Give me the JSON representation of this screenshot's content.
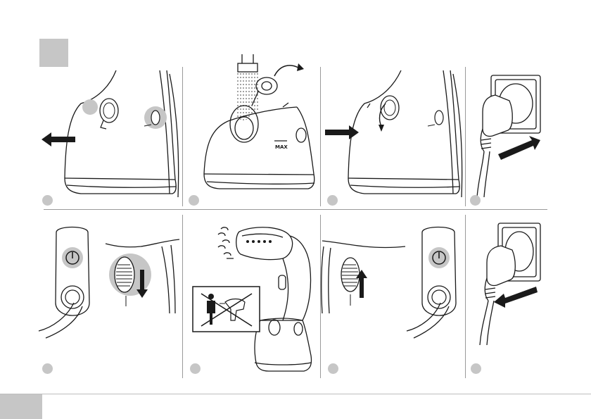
{
  "steps": {
    "count": 8,
    "row1": [
      "step-1",
      "step-2",
      "step-3",
      "step-4"
    ],
    "row2": [
      "step-5",
      "step-6",
      "step-7",
      "step-8"
    ]
  },
  "illustration": {
    "tank_level_mark": "MAX"
  },
  "colors": {
    "marker_gray": "#c6c6c6",
    "line": "#1a1a1a",
    "divider": "#9a9a9a"
  },
  "icons": [
    "power-icon",
    "arrow-left-icon",
    "arrow-right-icon",
    "arrow-down-icon",
    "arrow-up-icon",
    "plug-icon",
    "no-person-icon"
  ]
}
